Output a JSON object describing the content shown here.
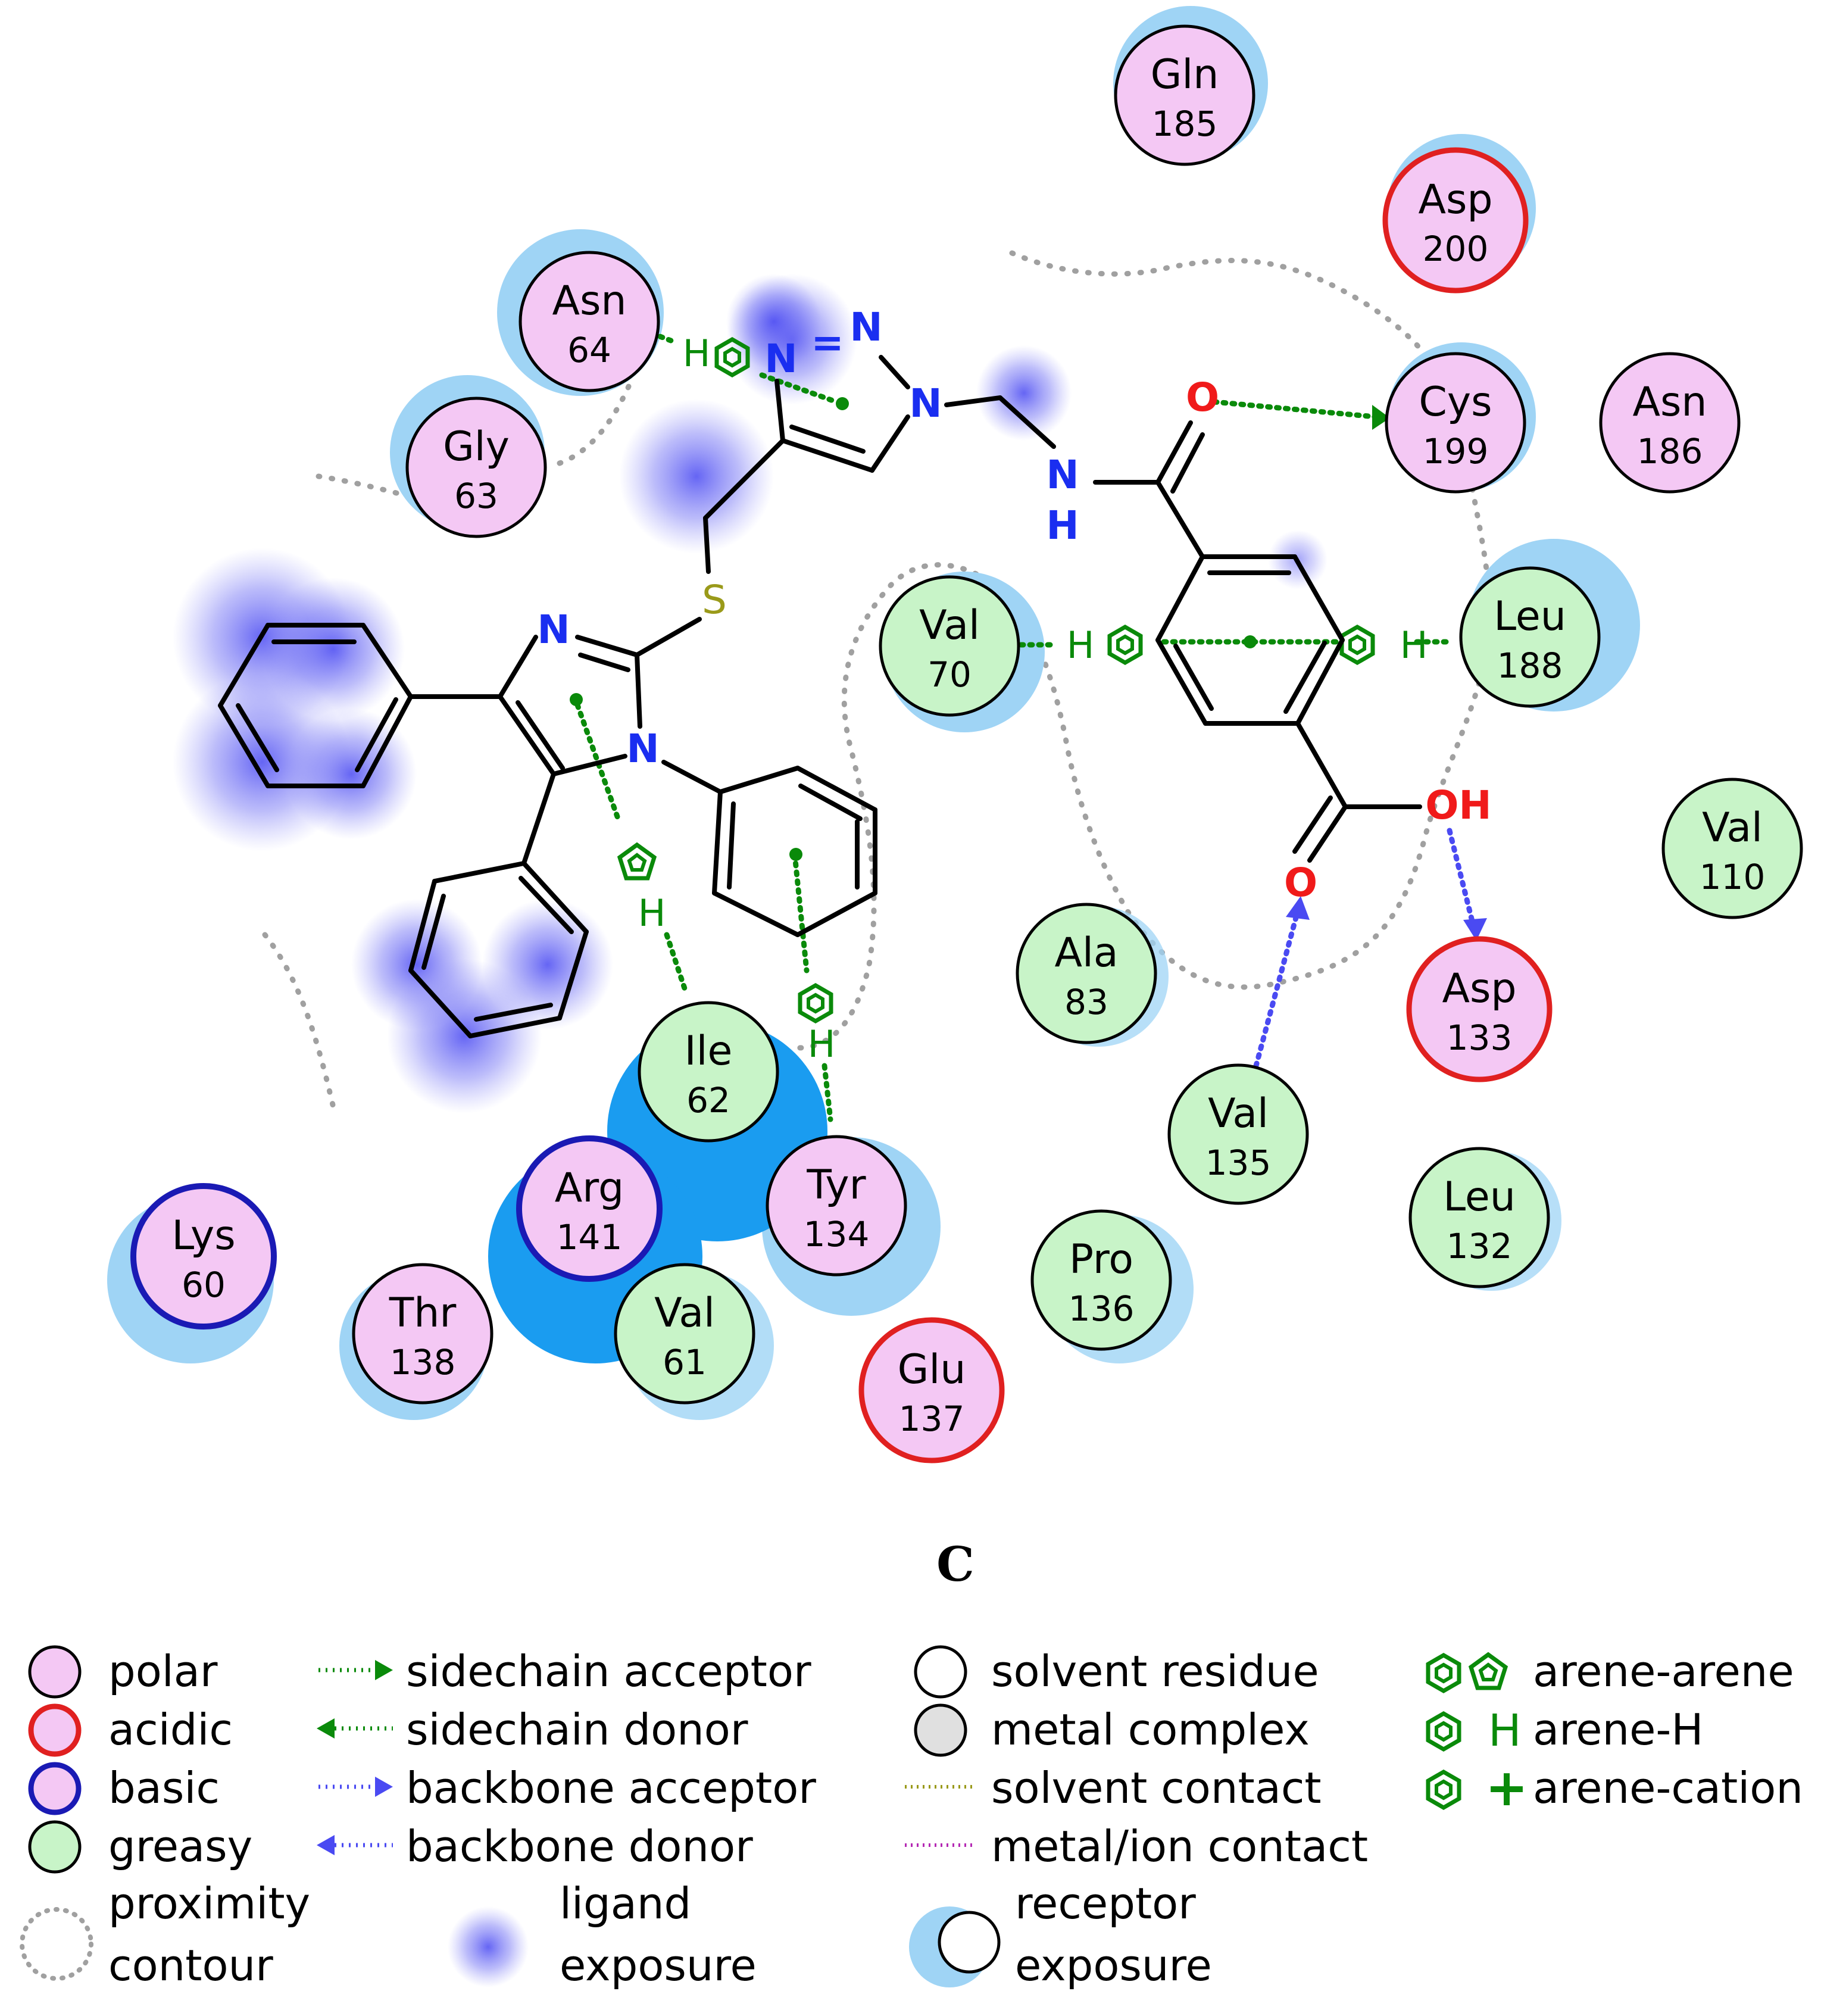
{
  "panel_label": "C",
  "colors": {
    "polar_fill": "#f4c8f4",
    "greasy_fill": "#c8f4c8",
    "acidic_ring": "#e02020",
    "basic_ring": "#1a1ab4",
    "receptor_exposure": "#9fd4f5",
    "receptor_exposure_strong": "#1a9cf0",
    "ligand_exposure": "#4a4af2",
    "sidechain_line": "#0a8a0a",
    "backbone_line": "#4a4af2",
    "bond": "#000000",
    "nitrogen": "#1a2ef0",
    "oxygen": "#f01a1a",
    "sulfur": "#9a9a1a",
    "proximity": "#a0a0a0",
    "solvent_contact": "#9a9a1a",
    "metal_contact": "#b42ab4",
    "metal_fill": "#e0e0e0"
  },
  "residues": [
    {
      "id": "gln185",
      "name": "Gln",
      "num": "185",
      "type": "polar"
    },
    {
      "id": "asp200",
      "name": "Asp",
      "num": "200",
      "type": "acidic"
    },
    {
      "id": "asn64",
      "name": "Asn",
      "num": "64",
      "type": "polar"
    },
    {
      "id": "gly63",
      "name": "Gly",
      "num": "63",
      "type": "polar"
    },
    {
      "id": "cys199",
      "name": "Cys",
      "num": "199",
      "type": "polar"
    },
    {
      "id": "asn186",
      "name": "Asn",
      "num": "186",
      "type": "polar"
    },
    {
      "id": "val70",
      "name": "Val",
      "num": "70",
      "type": "greasy"
    },
    {
      "id": "leu188",
      "name": "Leu",
      "num": "188",
      "type": "greasy"
    },
    {
      "id": "val110",
      "name": "Val",
      "num": "110",
      "type": "greasy"
    },
    {
      "id": "ala83",
      "name": "Ala",
      "num": "83",
      "type": "greasy"
    },
    {
      "id": "asp133",
      "name": "Asp",
      "num": "133",
      "type": "acidic"
    },
    {
      "id": "ile62",
      "name": "Ile",
      "num": "62",
      "type": "greasy"
    },
    {
      "id": "val135",
      "name": "Val",
      "num": "135",
      "type": "greasy"
    },
    {
      "id": "leu132",
      "name": "Leu",
      "num": "132",
      "type": "greasy"
    },
    {
      "id": "arg141",
      "name": "Arg",
      "num": "141",
      "type": "basic"
    },
    {
      "id": "tyr134",
      "name": "Tyr",
      "num": "134",
      "type": "polar"
    },
    {
      "id": "lys60",
      "name": "Lys",
      "num": "60",
      "type": "basic"
    },
    {
      "id": "thr138",
      "name": "Thr",
      "num": "138",
      "type": "polar"
    },
    {
      "id": "val61",
      "name": "Val",
      "num": "61",
      "type": "greasy"
    },
    {
      "id": "pro136",
      "name": "Pro",
      "num": "136",
      "type": "greasy"
    },
    {
      "id": "glu137",
      "name": "Glu",
      "num": "137",
      "type": "acidic"
    }
  ],
  "atom_labels": [
    {
      "id": "n_triazole_2",
      "text": "N",
      "element": "nitrogen"
    },
    {
      "id": "n_triazole_3",
      "text": "N",
      "element": "nitrogen"
    },
    {
      "id": "n_triazole_1",
      "text": "N",
      "element": "nitrogen"
    },
    {
      "id": "n_amide",
      "text": "N",
      "element": "nitrogen"
    },
    {
      "id": "h_amide",
      "text": "H",
      "element": "nitrogen"
    },
    {
      "id": "o_amide",
      "text": "O",
      "element": "oxygen"
    },
    {
      "id": "s_thioether",
      "text": "S",
      "element": "sulfur"
    },
    {
      "id": "n_imidazole_3",
      "text": "N",
      "element": "nitrogen"
    },
    {
      "id": "n_imidazole_1",
      "text": "N",
      "element": "nitrogen"
    },
    {
      "id": "oh_carboxyl",
      "text": "OH",
      "element": "oxygen"
    },
    {
      "id": "o_carboxyl",
      "text": "O",
      "element": "oxygen"
    }
  ],
  "interaction_labels": [
    {
      "id": "h_asn64",
      "text": "H"
    },
    {
      "id": "h_val70",
      "text": "H"
    },
    {
      "id": "h_leu188",
      "text": "H"
    },
    {
      "id": "h_ile62",
      "text": "H"
    },
    {
      "id": "h_tyr134",
      "text": "H"
    }
  ],
  "legend": {
    "col1": [
      {
        "id": "polar",
        "label": "polar"
      },
      {
        "id": "acidic",
        "label": "acidic"
      },
      {
        "id": "basic",
        "label": "basic"
      },
      {
        "id": "greasy",
        "label": "greasy"
      },
      {
        "id": "proximity",
        "label1": "proximity",
        "label2": "contour"
      }
    ],
    "col2": [
      {
        "id": "sidechain-acceptor",
        "label": "sidechain acceptor"
      },
      {
        "id": "sidechain-donor",
        "label": "sidechain donor"
      },
      {
        "id": "backbone-acceptor",
        "label": "backbone acceptor"
      },
      {
        "id": "backbone-donor",
        "label": "backbone donor"
      },
      {
        "id": "ligand-exposure",
        "label1": "ligand",
        "label2": "exposure"
      }
    ],
    "col3": [
      {
        "id": "solvent-residue",
        "label": "solvent residue"
      },
      {
        "id": "metal-complex",
        "label": "metal complex"
      },
      {
        "id": "solvent-contact",
        "label": "solvent contact"
      },
      {
        "id": "metal-contact",
        "label": "metal/ion contact"
      },
      {
        "id": "receptor-exposure",
        "label1": "receptor",
        "label2": "exposure"
      }
    ],
    "col4": [
      {
        "id": "arene-arene",
        "label": "arene-arene"
      },
      {
        "id": "arene-h",
        "label": "arene-H",
        "symbol": "H"
      },
      {
        "id": "arene-cation",
        "label": "arene-cation",
        "symbol": "+"
      }
    ]
  }
}
